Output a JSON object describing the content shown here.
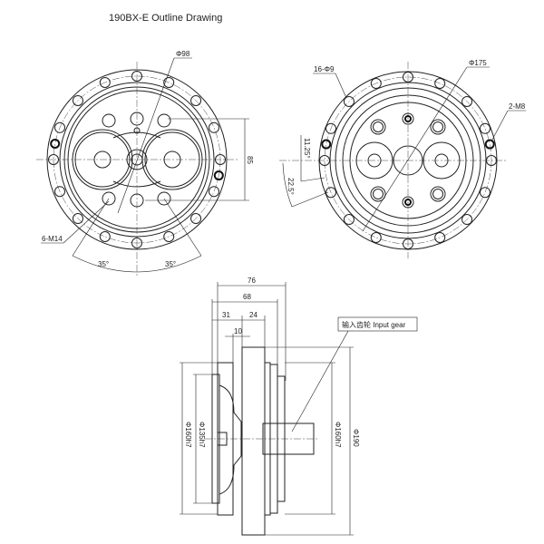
{
  "title": "190BX-E Outline Drawing",
  "front_view": {
    "dia_label": "Φ98",
    "height_dim": "85",
    "tapped_holes": "6-M14",
    "angle_left": "35°",
    "angle_right": "35°"
  },
  "rear_view": {
    "holes_label": "16-Φ9",
    "dia_label": "Φ175",
    "tapped_label": "2-M8",
    "angle_small": "11.25°",
    "angle_large": "22.5°"
  },
  "side_view": {
    "dim_76": "76",
    "dim_68": "68",
    "dim_31": "31",
    "dim_24": "24",
    "dim_10": "10",
    "input_gear_label": "输入齿轮 Input gear",
    "dia_160_left": "Φ160h7",
    "dia_135": "Φ135h7",
    "dia_160_right": "Φ160h7",
    "dia_190": "Φ190"
  }
}
